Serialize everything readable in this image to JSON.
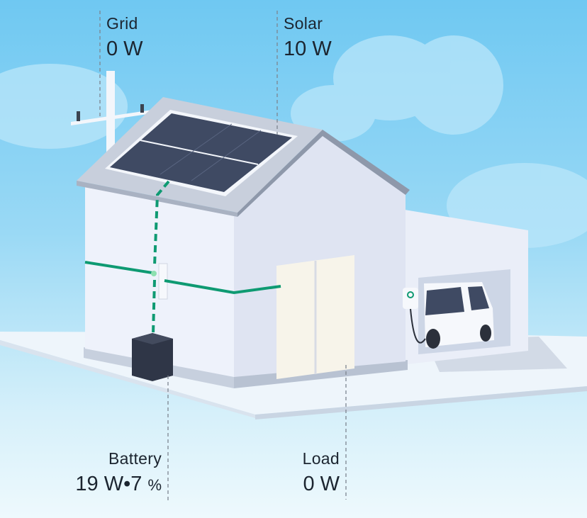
{
  "grid": {
    "label": "Grid",
    "value": "0 W"
  },
  "solar": {
    "label": "Solar",
    "value": "10 W"
  },
  "battery": {
    "label": "Battery",
    "power": "19 W",
    "separator": "•",
    "soc": "7",
    "soc_unit": "%"
  },
  "load": {
    "label": "Load",
    "value": "0 W"
  },
  "colors": {
    "flow": "#0e9a72",
    "sky_top": "#6fc8f2",
    "text": "#1c2530"
  }
}
